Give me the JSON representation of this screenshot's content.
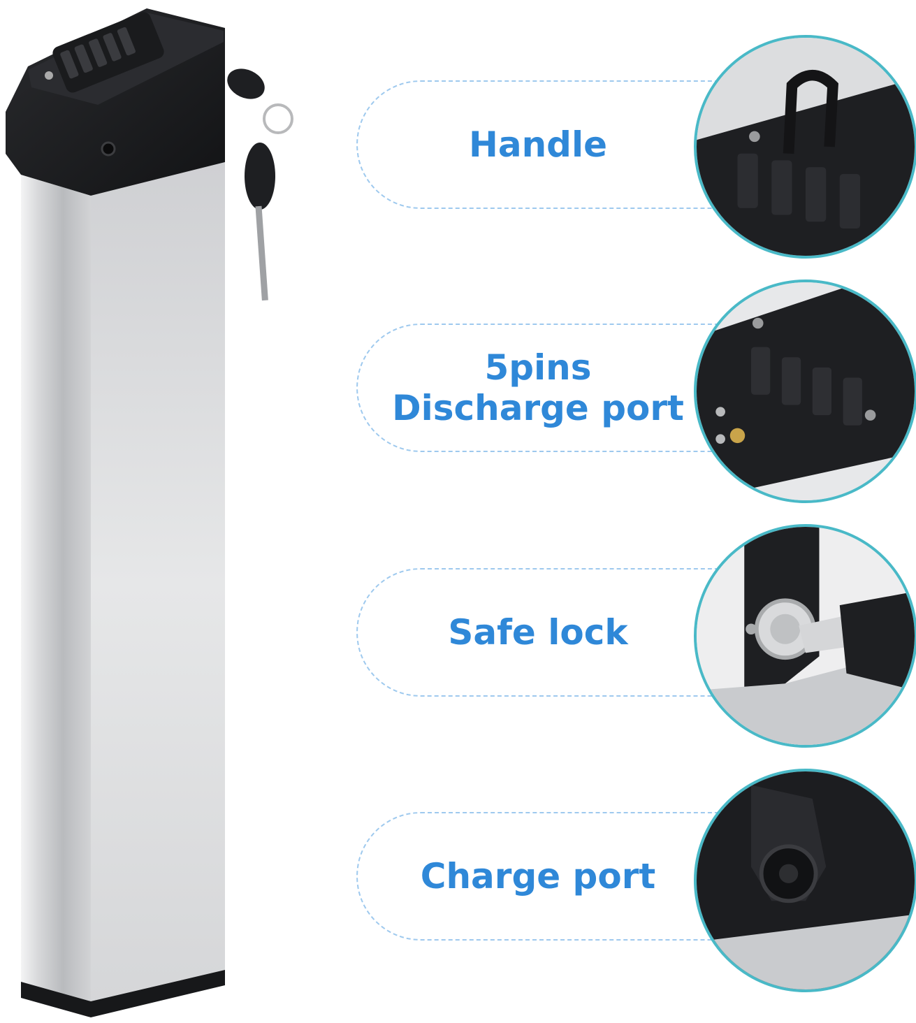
{
  "colors": {
    "label_text": "#2f88d8",
    "dashed_outline": "#9ec9ee",
    "circle_ring": "#49b9c7",
    "battery_body": "#c9cbce",
    "battery_cap": "#1c1d20"
  },
  "features": [
    {
      "lines": [
        "Handle"
      ]
    },
    {
      "lines": [
        "5pins",
        "Discharge port"
      ]
    },
    {
      "lines": [
        "Safe lock"
      ]
    },
    {
      "lines": [
        "Charge port"
      ]
    }
  ]
}
